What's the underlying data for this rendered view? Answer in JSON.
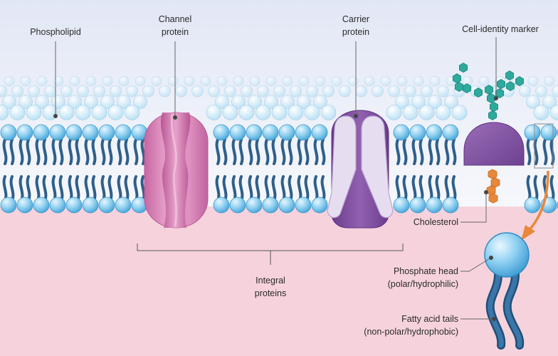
{
  "labels": {
    "phospholipid": "Phospholipid",
    "channel_line1": "Channel",
    "channel_line2": "protein",
    "carrier_line1": "Carrier",
    "carrier_line2": "protein",
    "cell_identity": "Cell-identity marker",
    "cholesterol": "Cholesterol",
    "integral_line1": "Integral",
    "integral_line2": "proteins",
    "phosphate_line1": "Phosphate head",
    "phosphate_line2": "(polar/hydrophilic)",
    "fatty_line1": "Fatty acid tails",
    "fatty_line2": "(non-polar/hydrophobic)"
  },
  "colors": {
    "sky_top": "#e4e9f6",
    "cytoplasm": "#f6d3dc",
    "lipid_head": "#8fd0f0",
    "lipid_head_highlight": "#dff3fc",
    "lipid_tail": "#2e5f8a",
    "channel_protein": "#d57fb3",
    "carrier_protein": "#7f4c9e",
    "carrier_inner": "#e6def0",
    "glycoprotein": "#8a5aa6",
    "sugar_chain": "#2ea99d",
    "cholesterol": "#e8883a",
    "arrow": "#e8883a",
    "leader_line": "#666666"
  }
}
